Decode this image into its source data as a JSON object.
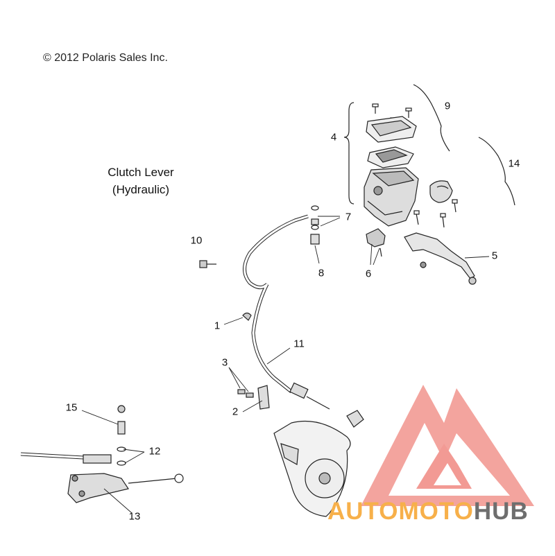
{
  "copyright": "© 2012 Polaris Sales Inc.",
  "title": {
    "line1": "Clutch Lever",
    "line2": "(Hydraulic)"
  },
  "callouts": [
    "1",
    "2",
    "3",
    "4",
    "5",
    "6",
    "7",
    "8",
    "9",
    "10",
    "11",
    "12",
    "13",
    "14",
    "15"
  ],
  "watermark": {
    "part1": "AUTO",
    "part2": "MOTO",
    "part3": "HUB",
    "color_orange": "#f7b04a",
    "color_gray": "#6e6e6e",
    "logo_color": "#f29a94"
  }
}
